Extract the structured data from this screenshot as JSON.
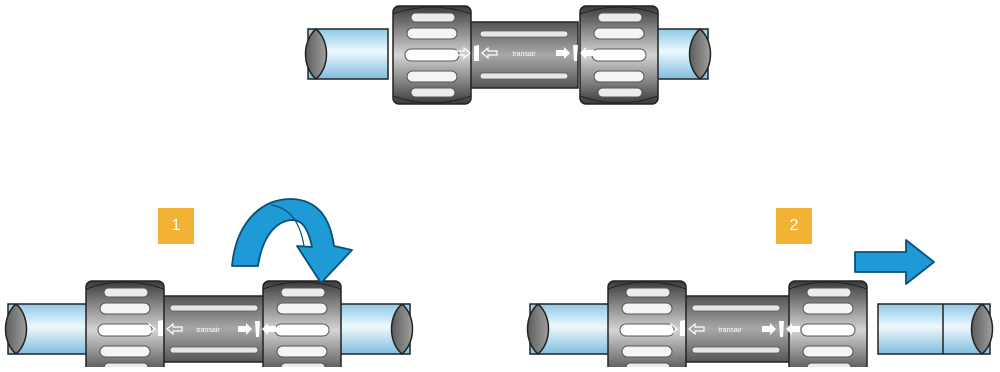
{
  "brand_label": "transair",
  "steps": [
    {
      "number": "1",
      "action": "rotate"
    },
    {
      "number": "2",
      "action": "pull-apart"
    }
  ],
  "colors": {
    "badge": "#f2b233",
    "arrow": "#1e9ad6",
    "pipe_light": "#eef8fd",
    "pipe_mid": "#bfe3f5",
    "pipe_dark": "#8fc9e8",
    "body_dark": "#3c3c3c",
    "body_light": "#d2d2d2",
    "pipe_end": "#7d7d7d"
  },
  "icons": [
    "curved-rotate-arrow-icon",
    "straight-right-arrow-icon"
  ]
}
